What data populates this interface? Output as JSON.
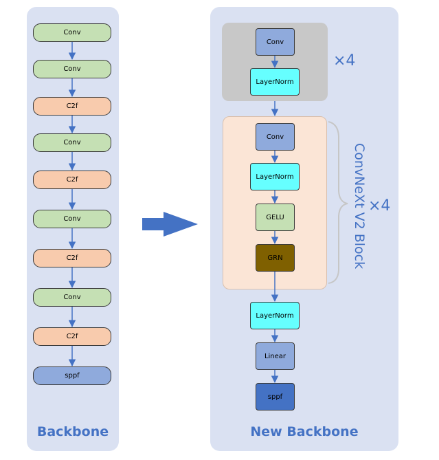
{
  "backbone": {
    "title": "Backbone",
    "layers": [
      "Conv",
      "Conv",
      "C2f",
      "Conv",
      "C2f",
      "Conv",
      "C2f",
      "Conv",
      "C2f",
      "sppf"
    ]
  },
  "new_backbone": {
    "title": "New Backbone",
    "stem": {
      "layers": [
        "Conv",
        "LayerNorm"
      ],
      "repeat": "×4"
    },
    "block": {
      "name": "ConvNeXt V2 Block",
      "layers": [
        "Conv",
        "LayerNorm",
        "GELU",
        "GRN"
      ],
      "repeat": "×4"
    },
    "tail": [
      "LayerNorm",
      "Linear",
      "sppf"
    ]
  },
  "colors": {
    "panel": "#dae1f2",
    "accent": "#4472c4",
    "conv_left": "#c5e0b4",
    "c2f": "#f8cbad",
    "layernorm": "#66ffff",
    "grn": "#7f6000",
    "arrow": "#4472c4"
  }
}
